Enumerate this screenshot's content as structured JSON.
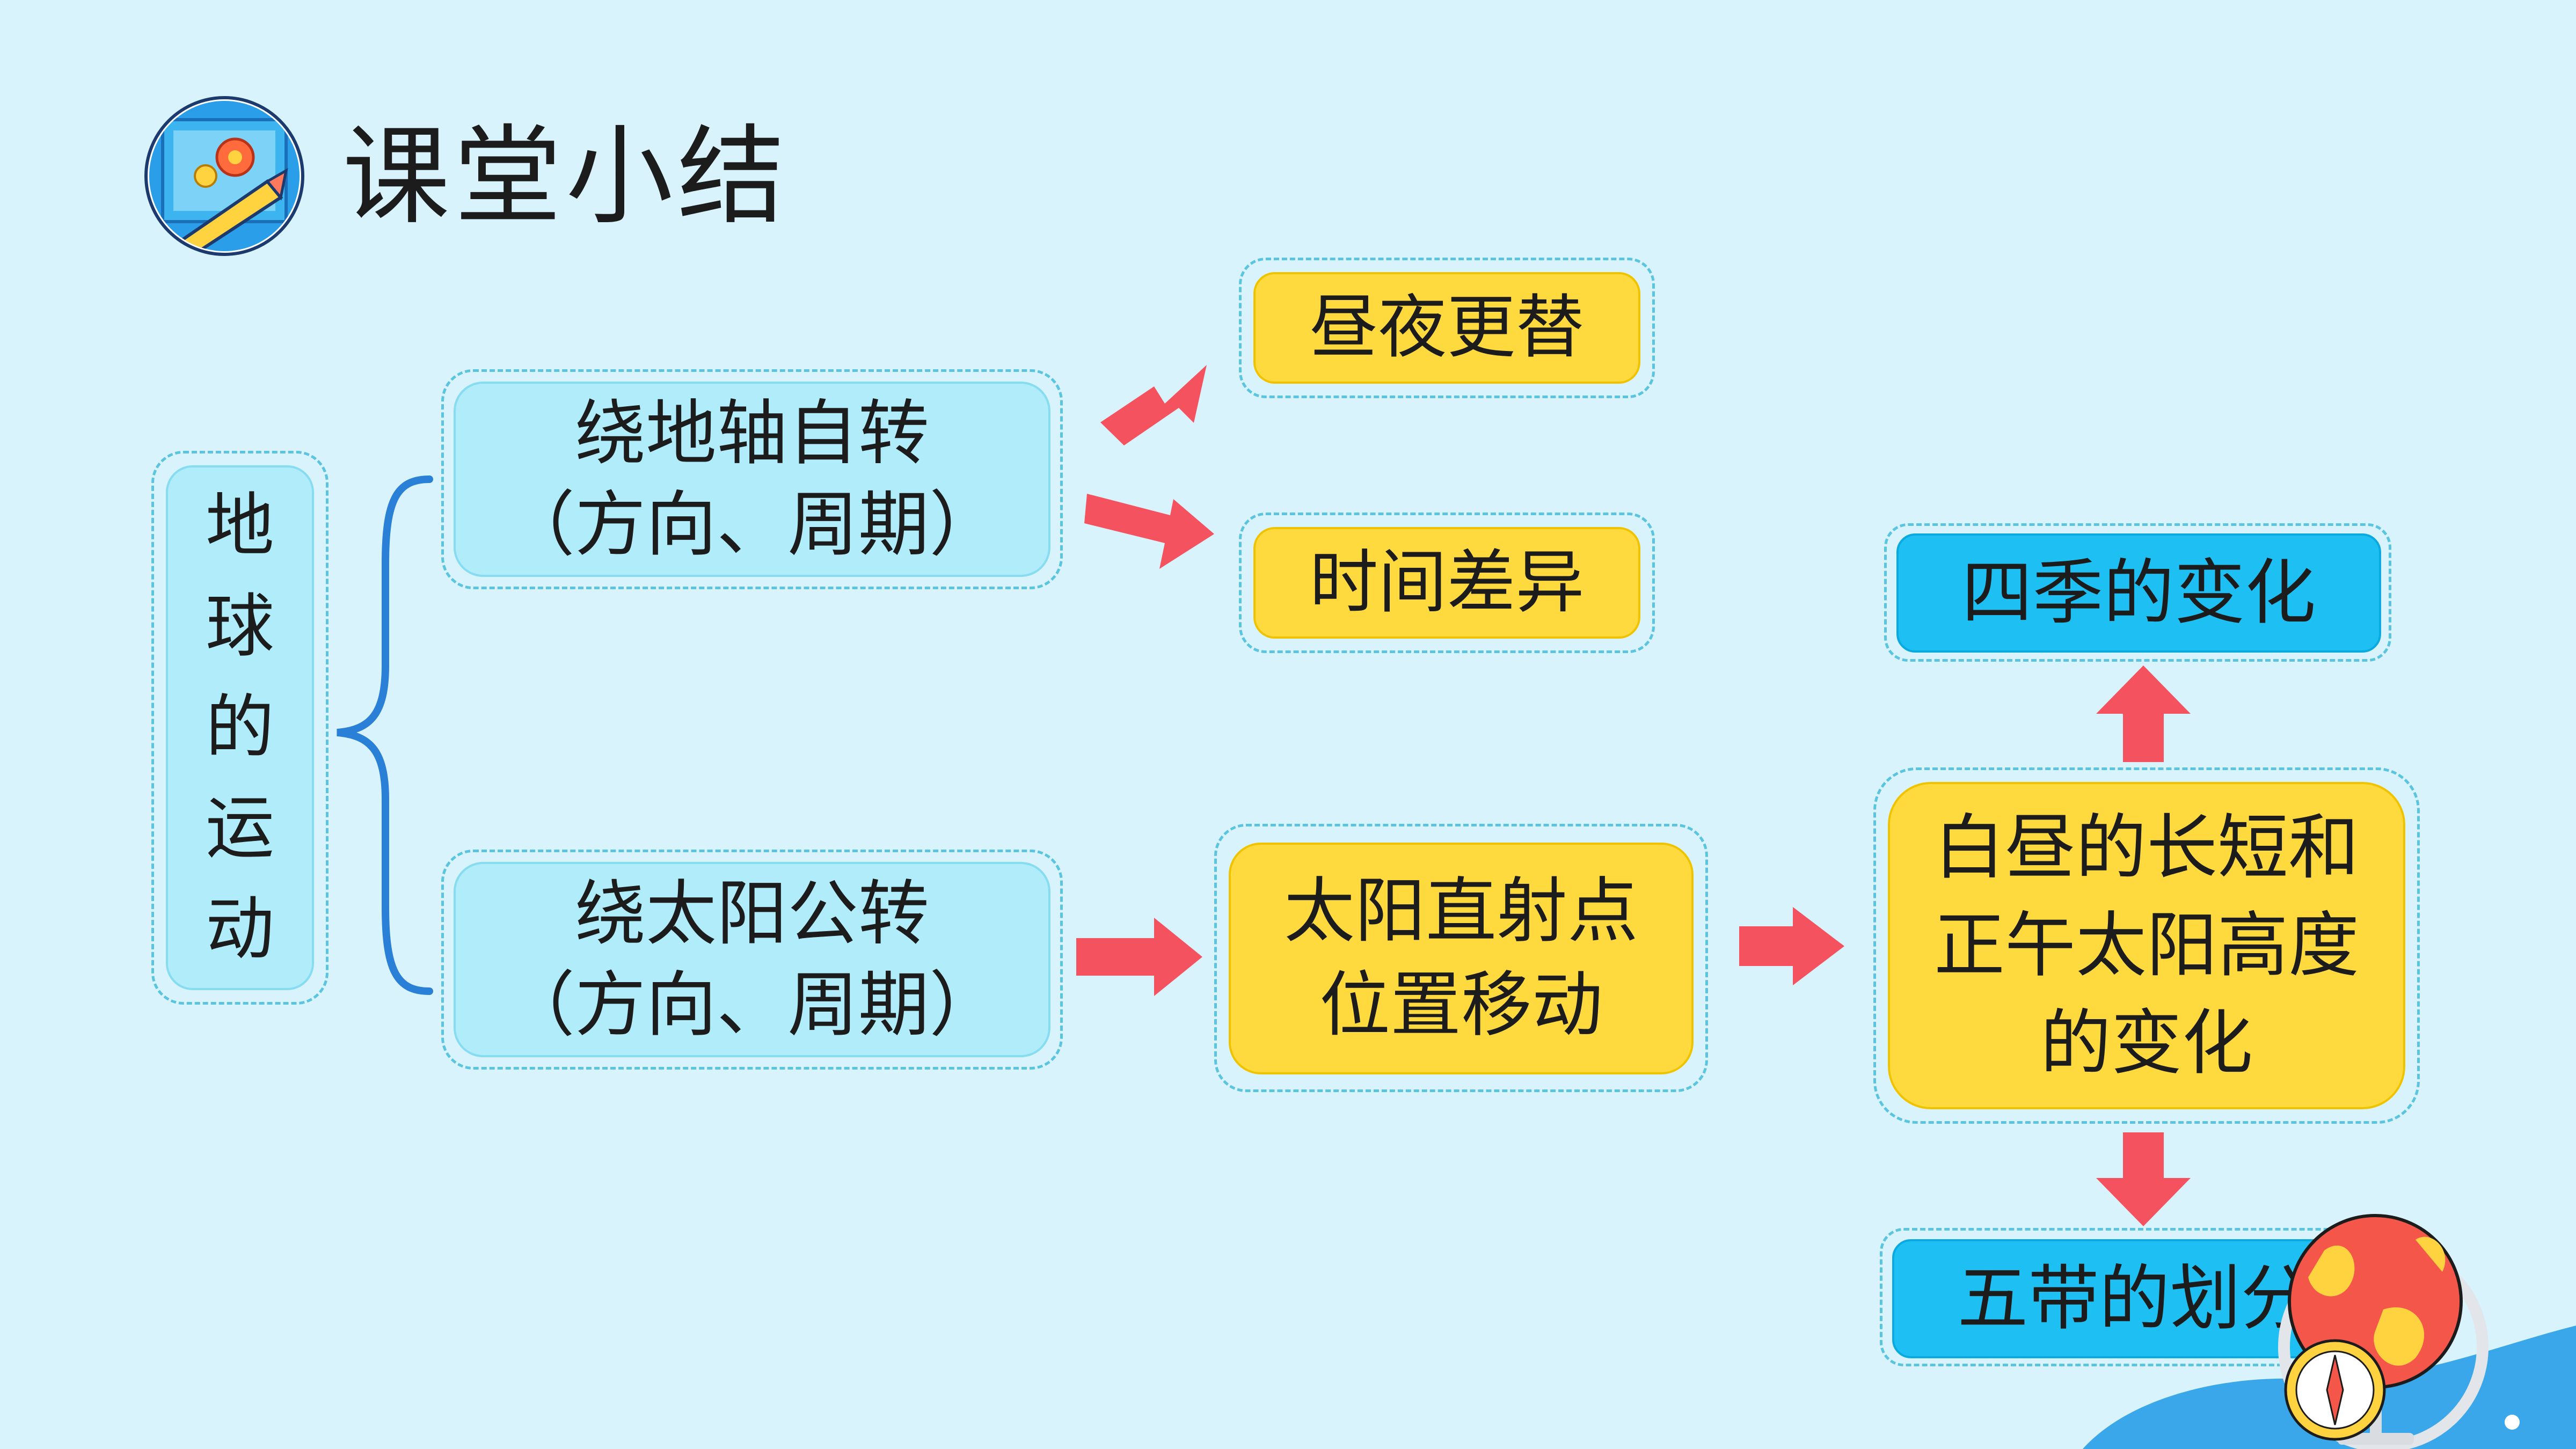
{
  "header": {
    "title": "课堂小结"
  },
  "root": {
    "chars": [
      "地",
      "球",
      "的",
      "运",
      "动"
    ]
  },
  "rotation": {
    "line1": "绕地轴自转",
    "line2": "（方向、周期）"
  },
  "revolution": {
    "line1": "绕太阳公转",
    "line2": "（方向、周期）"
  },
  "day_night": {
    "label": "昼夜更替"
  },
  "time_diff": {
    "label": "时间差异"
  },
  "subsolar": {
    "line1": "太阳直射点",
    "line2": "位置移动"
  },
  "daylength": {
    "line1": "白昼的长短和",
    "line2": "正午太阳高度",
    "line3": "的变化"
  },
  "seasons": {
    "label": "四季的变化"
  },
  "zones": {
    "label": "五带的划分"
  },
  "colors": {
    "arrow": "#f5525f",
    "brace": "#2a7fd6",
    "yellow": "#ffda3f",
    "blue": "#1ec0f3",
    "light": "#b0ecfa"
  }
}
